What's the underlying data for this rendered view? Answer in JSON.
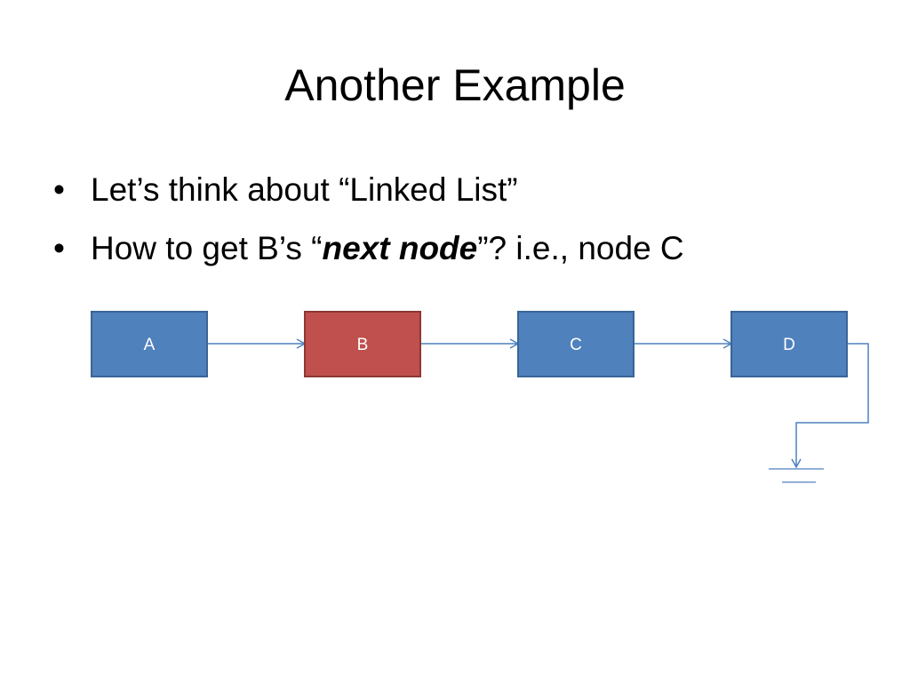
{
  "slide": {
    "title": "Another Example",
    "bullets": [
      {
        "text": "Let’s think about “Linked List”"
      },
      {
        "prefix": "How to get B’s “",
        "emphasis": "next node",
        "suffix": "”? i.e., node C"
      }
    ]
  },
  "diagram": {
    "nodes": [
      {
        "label": "A",
        "color": "#4f81bd",
        "border": "#3a6596"
      },
      {
        "label": "B",
        "color": "#c0504d",
        "border": "#8c3836"
      },
      {
        "label": "C",
        "color": "#4f81bd",
        "border": "#3a6596"
      },
      {
        "label": "D",
        "color": "#4f81bd",
        "border": "#3a6596"
      }
    ],
    "connector_color": "#4f81bd",
    "terminator_icon": "ground-symbol-icon"
  }
}
